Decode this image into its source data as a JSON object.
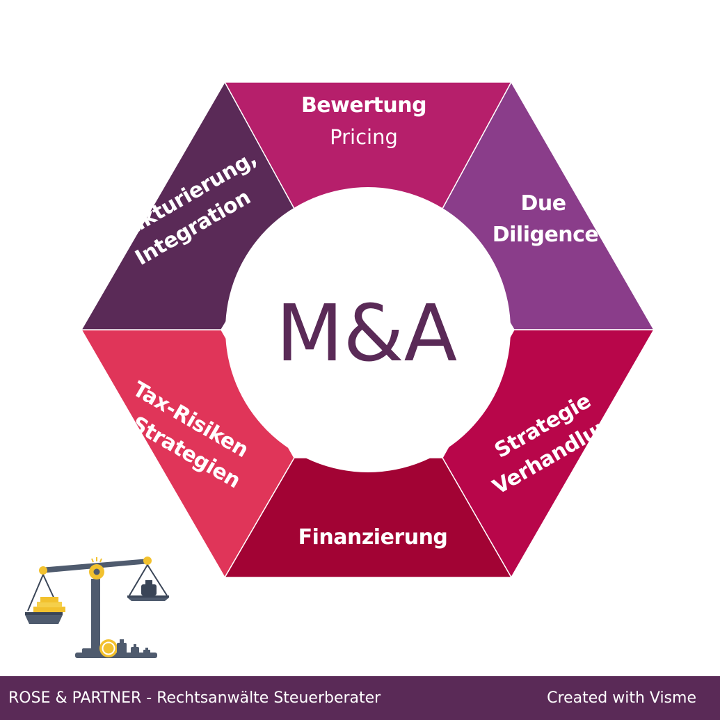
{
  "diagram": {
    "center_label": "M&A",
    "center_color": "#5a2a57",
    "segments": [
      {
        "title": "Bewertung",
        "subtitle": "Pricing",
        "color": "#b61f6b"
      },
      {
        "title_lines": [
          "Due",
          "Diligence"
        ],
        "color": "#8a3d8a"
      },
      {
        "title_lines": [
          "Strategie",
          "Verhandlung"
        ],
        "color": "#b8064a"
      },
      {
        "title": "Finanzierung",
        "color": "#a20334"
      },
      {
        "title_lines": [
          "Tax-Risiken",
          "& Strategien"
        ],
        "color": "#e03559"
      },
      {
        "title_lines": [
          "Strukturierung,",
          "Integration"
        ],
        "color": "#5a2a57"
      }
    ]
  },
  "illustration_icon": "balance-scale-icon",
  "footer": {
    "left": "ROSE & PARTNER - Rechtsanwälte Steuerberater",
    "right": "Created with Visme",
    "background": "#5a2a57"
  }
}
